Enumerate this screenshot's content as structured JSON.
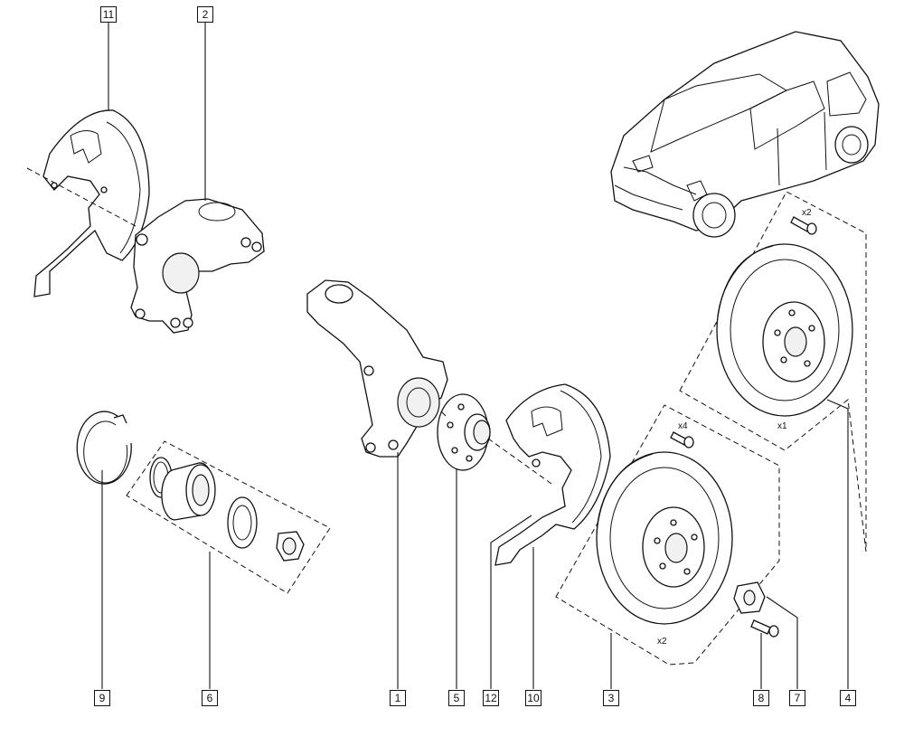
{
  "diagram": {
    "callouts": {
      "c11": "11",
      "c2": "2",
      "c9": "9",
      "c6": "6",
      "c1": "1",
      "c5": "5",
      "c12": "12",
      "c10": "10",
      "c3": "3",
      "c8": "8",
      "c7": "7",
      "c4": "4"
    },
    "quantities": {
      "screw_top": "x2",
      "disc_top": "x1",
      "bolt_mid": "x4",
      "disc_bottom": "x2"
    }
  }
}
